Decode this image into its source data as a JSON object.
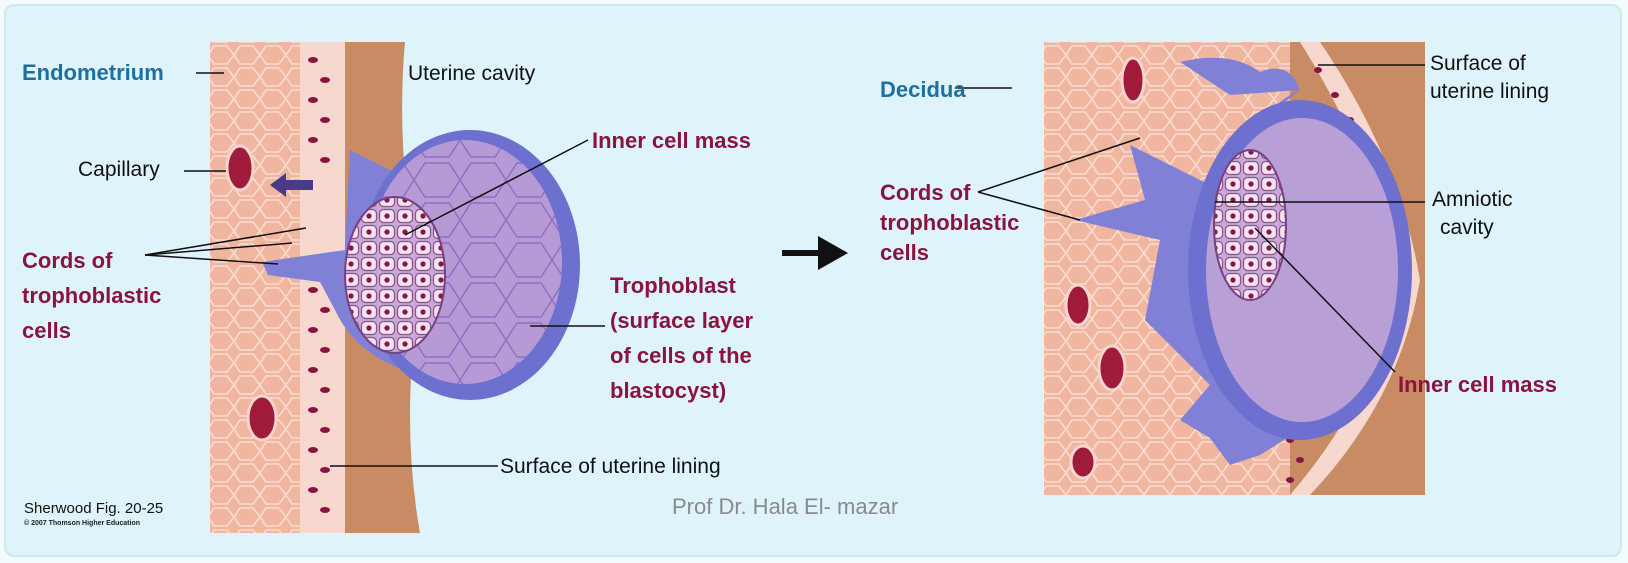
{
  "left_panel": {
    "endometrium": "Endometrium",
    "uterine_cavity": "Uterine cavity",
    "capillary": "Capillary",
    "inner_cell_mass": "Inner cell mass",
    "cords_line1": "Cords of",
    "cords_line2": "trophoblastic",
    "cords_line3": "cells",
    "trophoblast_line1": "Trophoblast",
    "trophoblast_line2": "(surface layer",
    "trophoblast_line3": "of cells of the",
    "trophoblast_line4": "blastocyst)",
    "surface_lining": "Surface of uterine lining"
  },
  "right_panel": {
    "decidua": "Decidua",
    "surface_line1": "Surface of",
    "surface_line2": "uterine lining",
    "cords_line1": "Cords of",
    "cords_line2": "trophoblastic",
    "cords_line3": "cells",
    "amniotic_line1": "Amniotic",
    "amniotic_line2": "cavity",
    "inner_cell_mass": "Inner cell mass"
  },
  "figure_source": "Sherwood Fig. 20-25",
  "copyright": "© 2007 Thomson Higher Education",
  "credit": "Prof Dr. Hala El- mazar",
  "colors": {
    "endometrium": "#f2b49c",
    "cavity_brown": "#c98b63",
    "trophoblast": "#7f7fd6",
    "blastocoel": "#b89fd6",
    "label_blue": "#1d6fa0",
    "label_red": "#8a1440",
    "capillary": "#a01a3a"
  }
}
